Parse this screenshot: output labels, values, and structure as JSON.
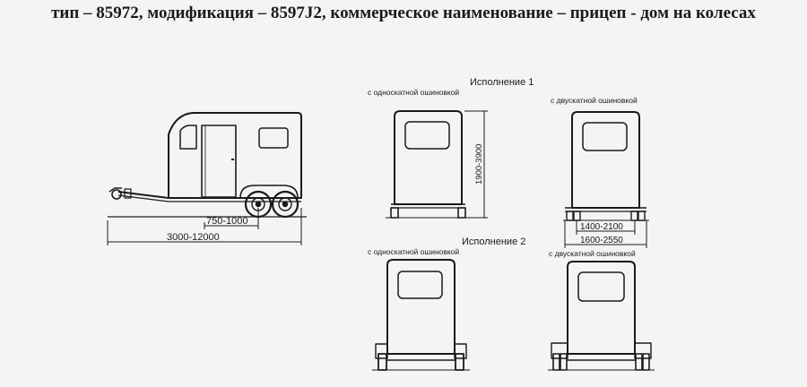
{
  "document": {
    "heading": "тип – 85972, модификация – 8597J2, коммерческое наименование – прицеп - дом на колесах"
  },
  "side_view": {
    "dim_axle": "750-1000",
    "dim_length": "3000-12000"
  },
  "version_1": {
    "title": "Исполнение 1",
    "single_caption": "с односкатной ошиновкой",
    "dual_caption": "с двускатной ошиновкой",
    "dim_height": "1900-3900",
    "dim_track": "1400-2100",
    "dim_width": "1600-2550"
  },
  "version_2": {
    "title": "Исполнение 2",
    "single_caption": "с односкатной ошиновкой",
    "dual_caption": "с двускатной ошиновкой"
  }
}
